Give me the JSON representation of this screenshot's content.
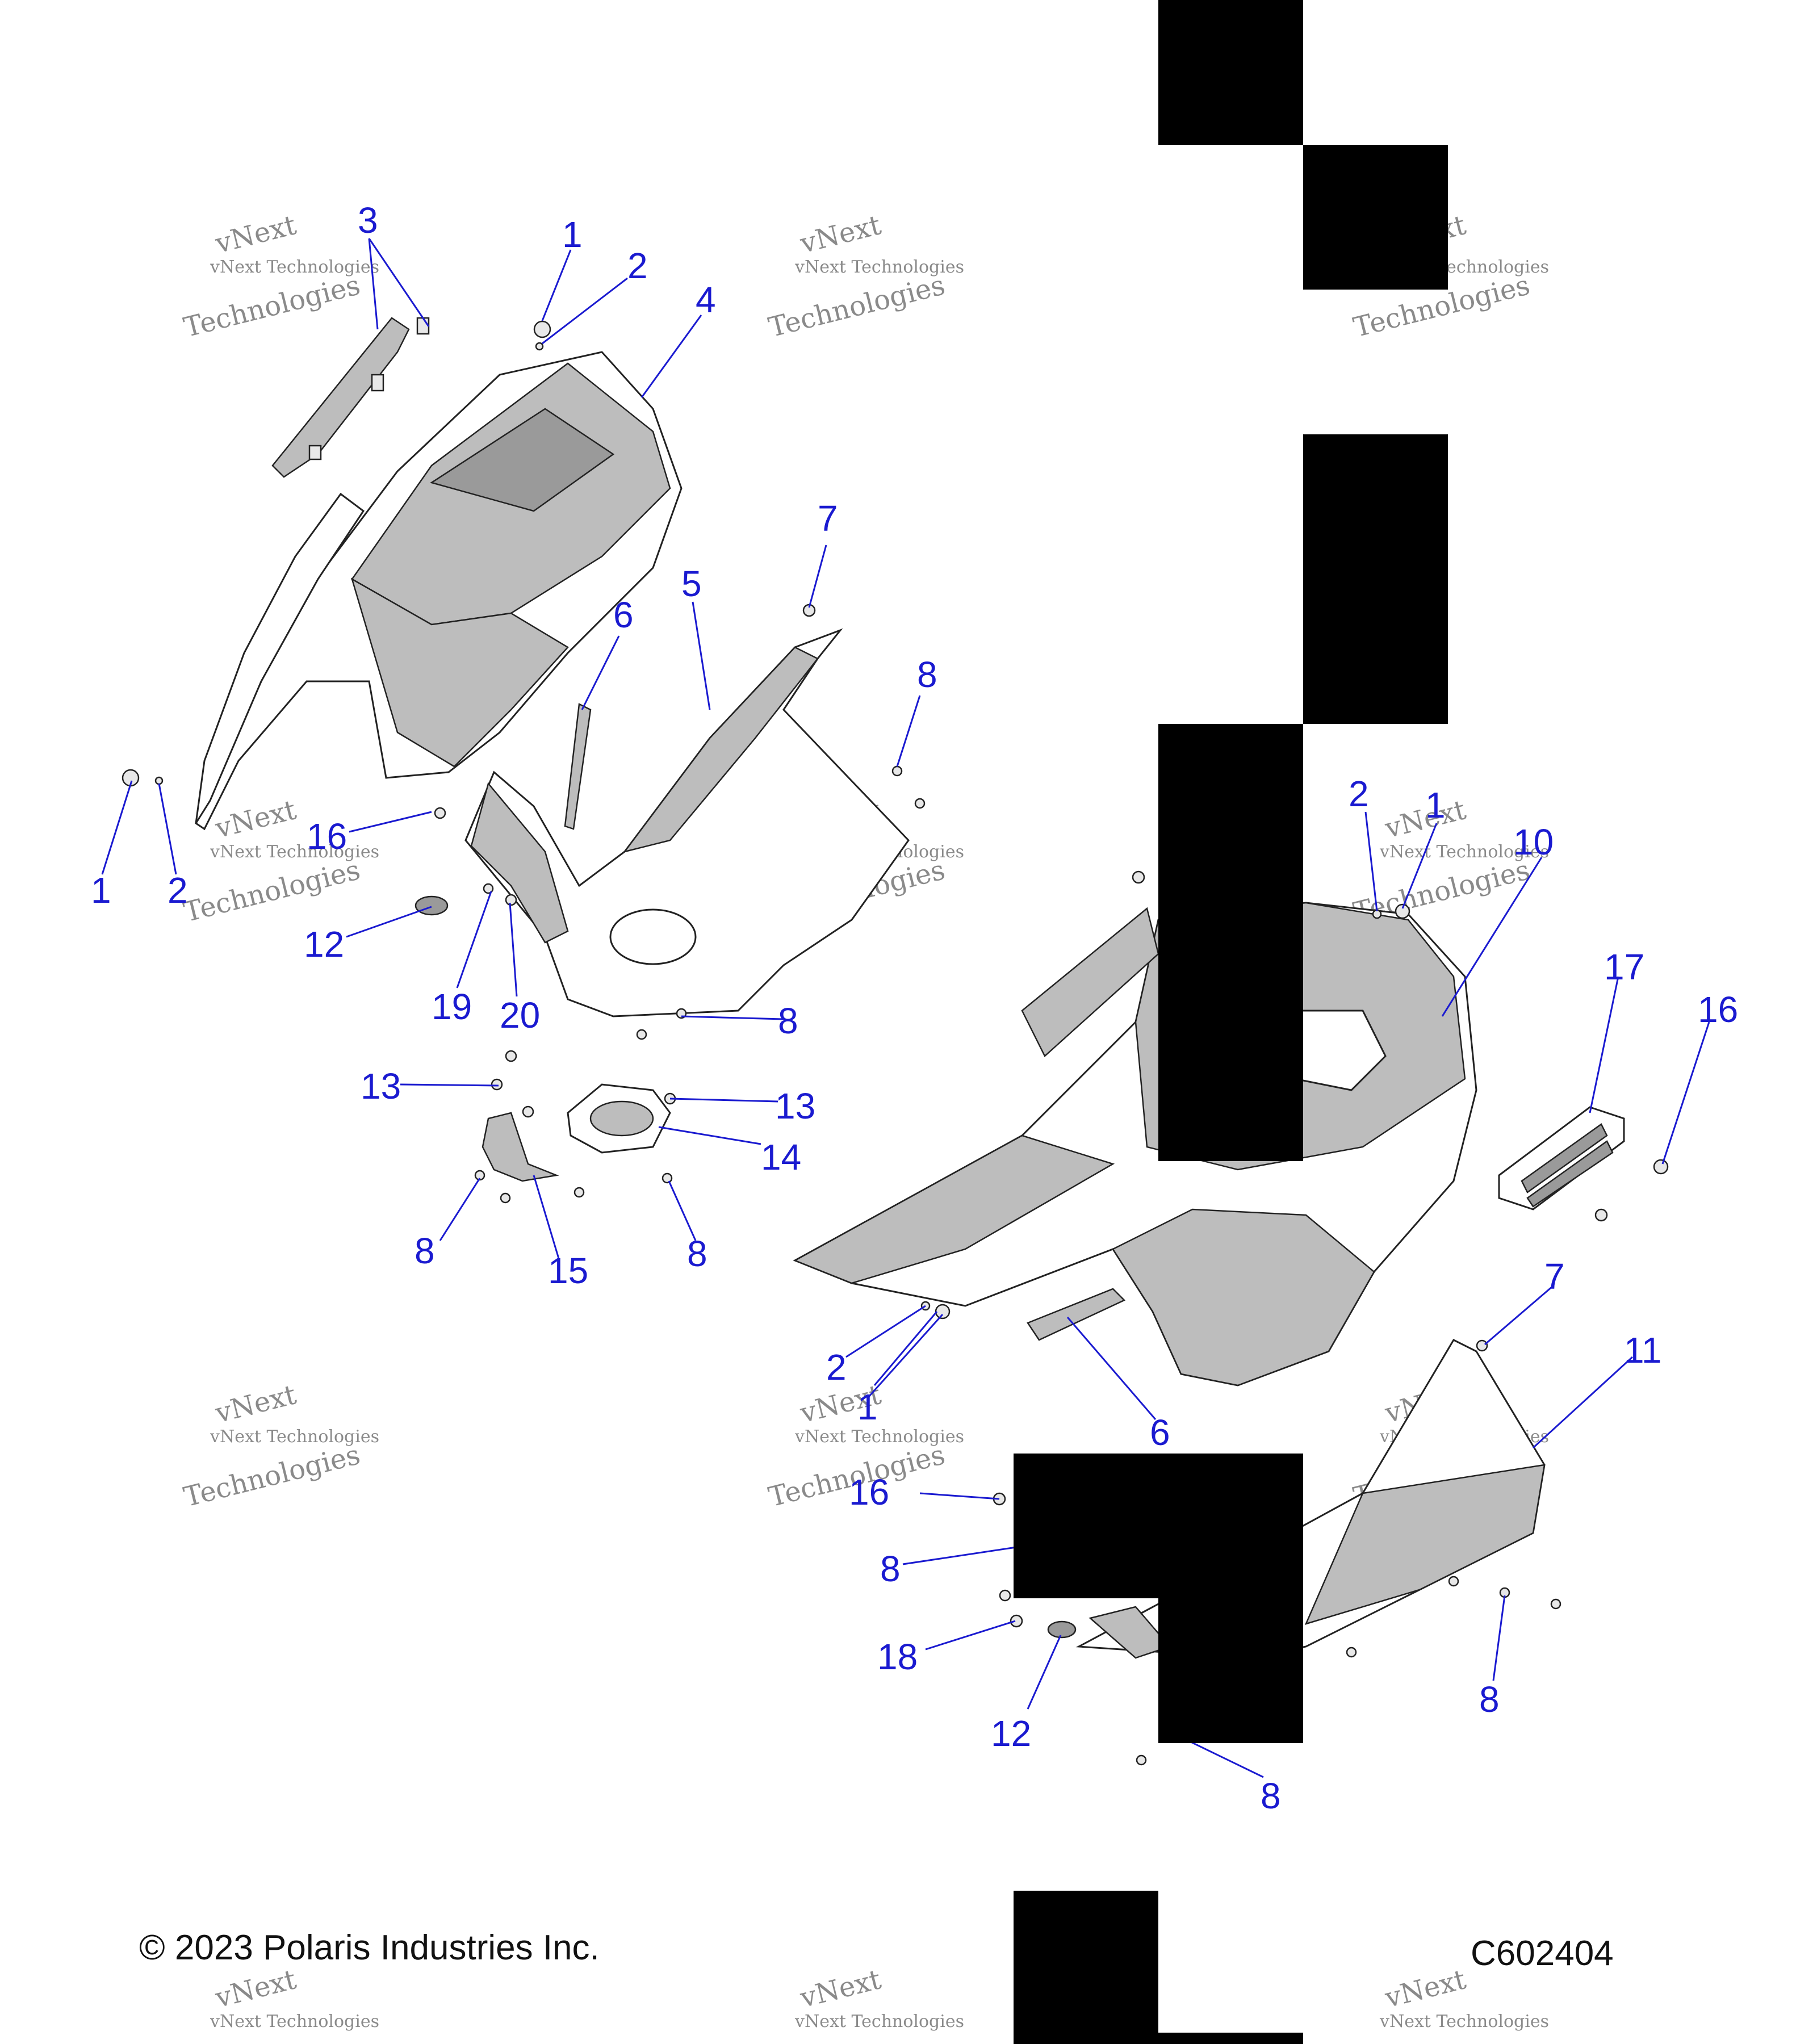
{
  "watermark": {
    "line1": "vNext",
    "line2": "vNext Technologies",
    "line3": "Technologies"
  },
  "callouts": [
    "1",
    "2",
    "3",
    "4",
    "5",
    "6",
    "7",
    "8",
    "10",
    "11",
    "12",
    "13",
    "14",
    "15",
    "16",
    "17",
    "18",
    "19",
    "20"
  ],
  "footer": {
    "copyright": "© 2023 Polaris Industries Inc.",
    "diagram_code": "C602404"
  },
  "colors": {
    "callout": "#1a1ad0",
    "redaction": "#000000",
    "watermark": "#8a8a8a"
  }
}
